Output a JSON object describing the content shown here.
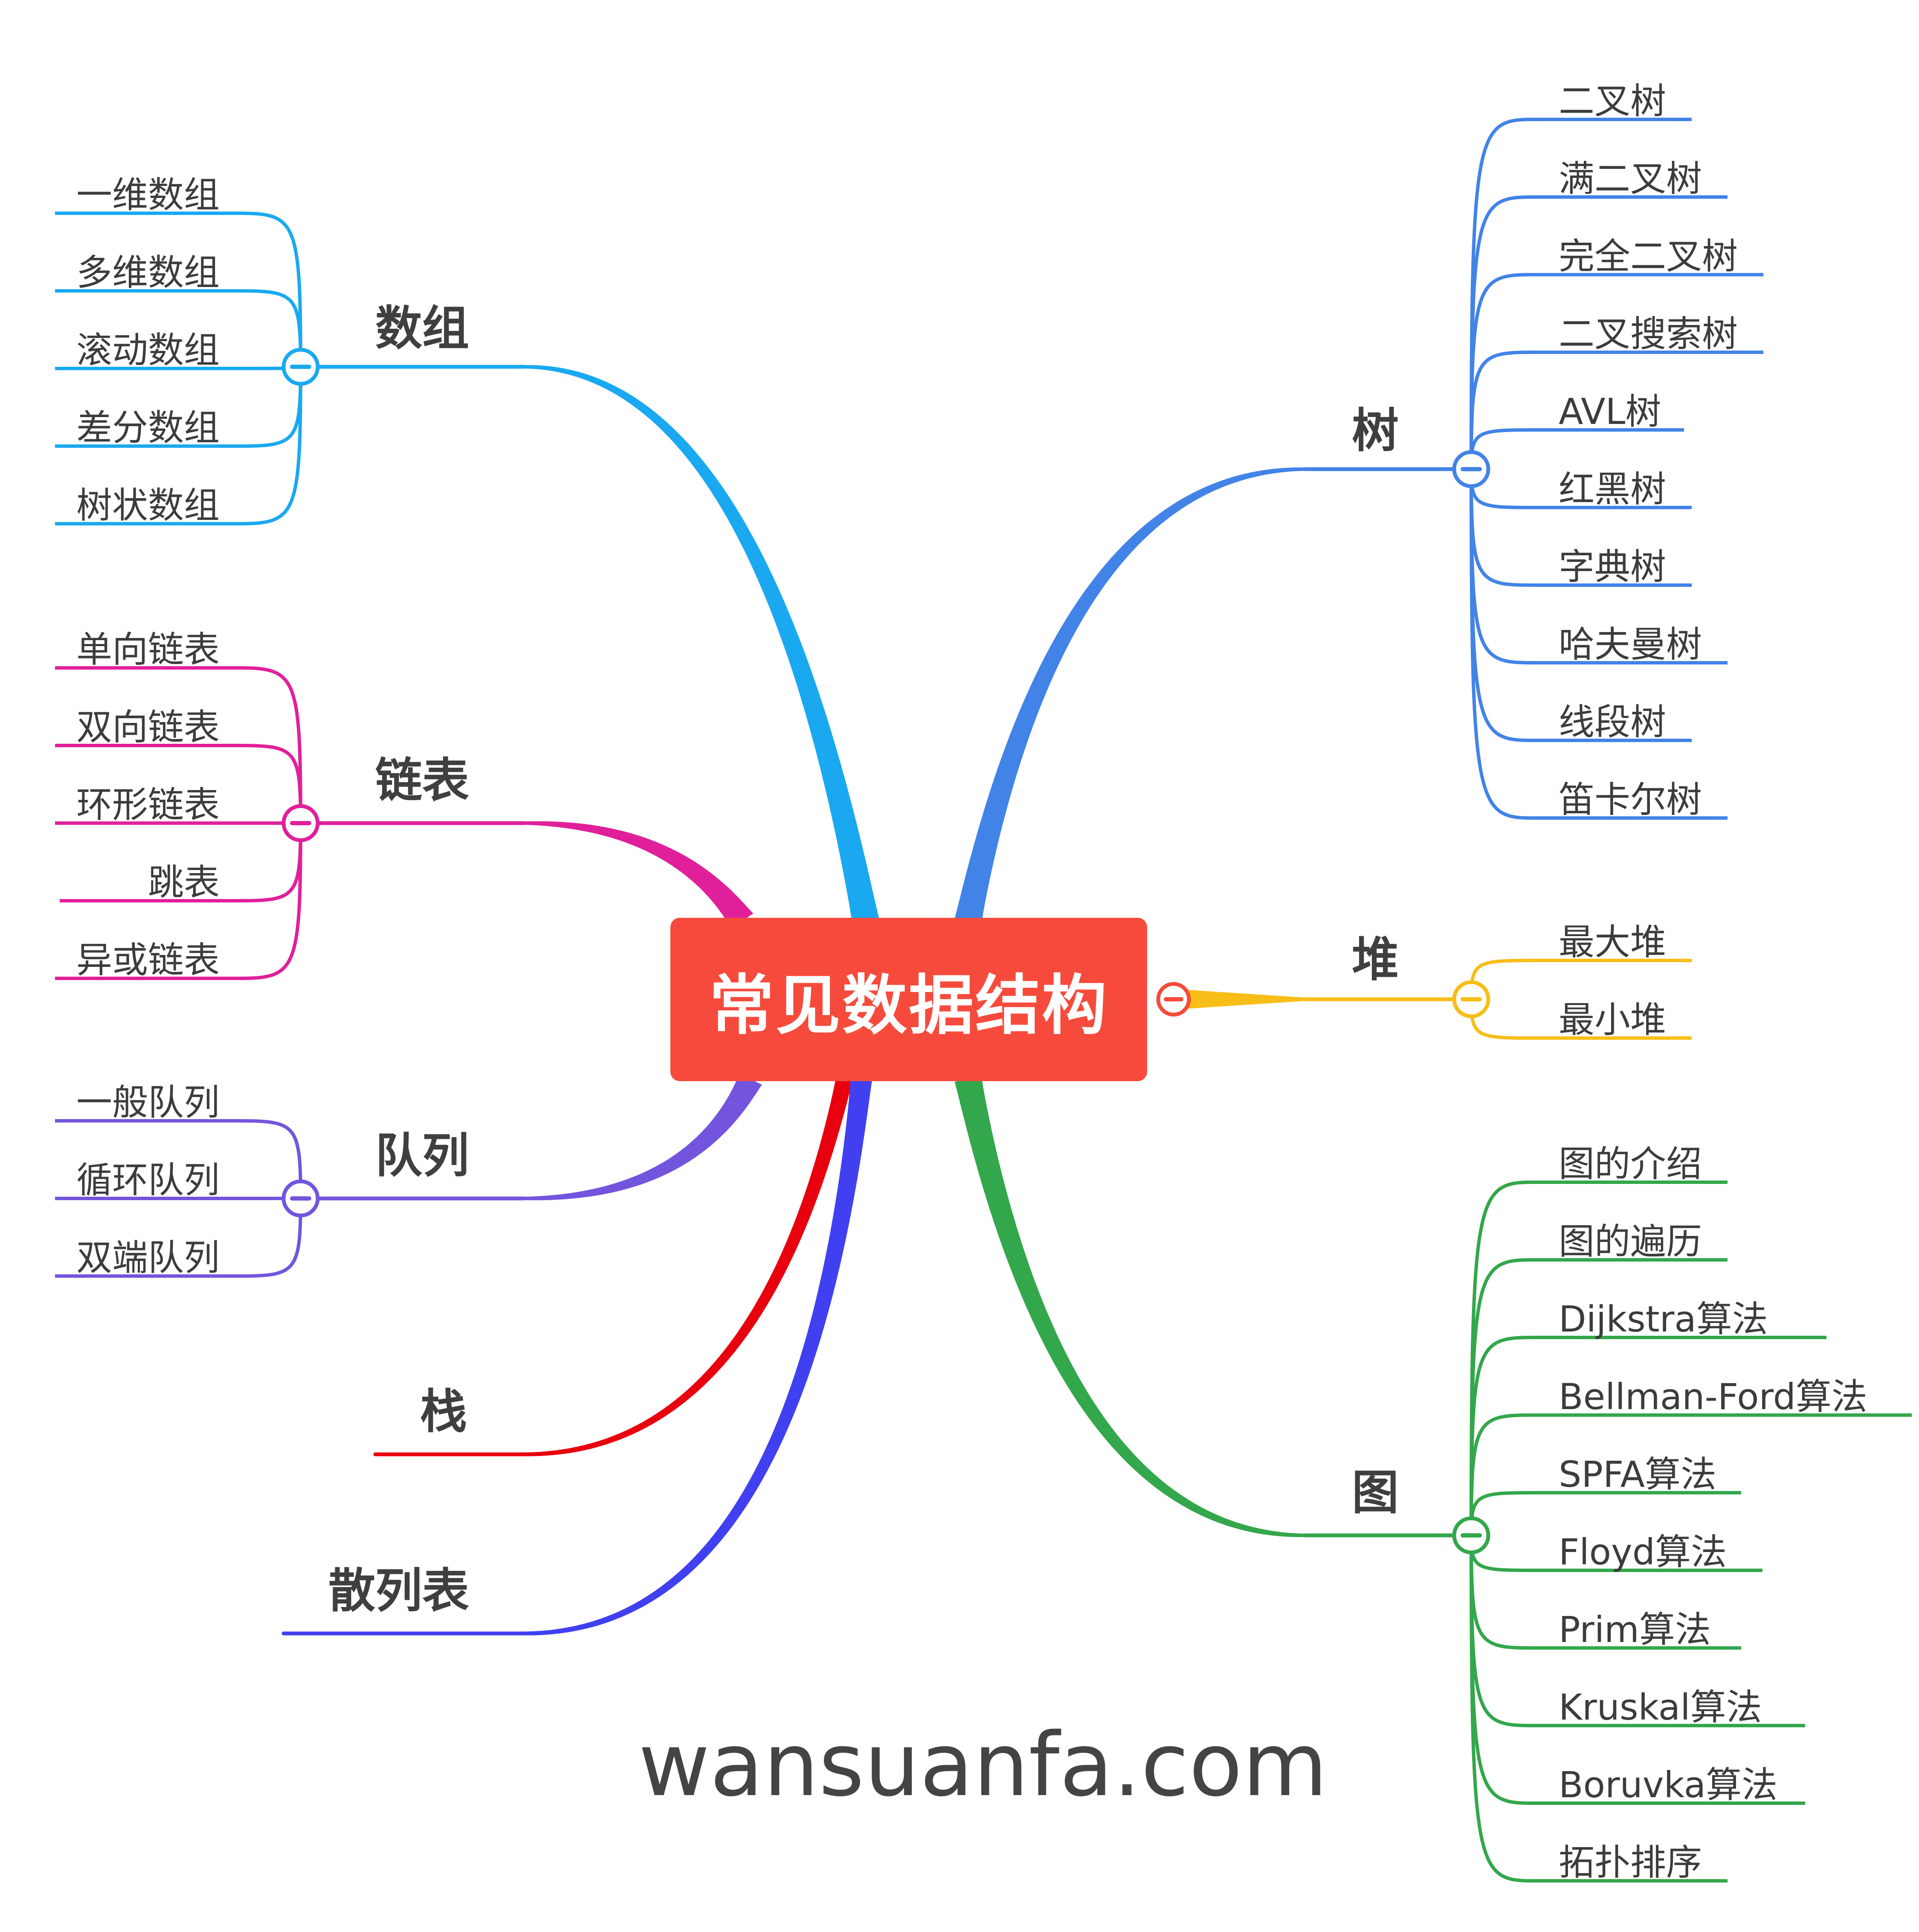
{
  "root": {
    "label": "常见数据结构",
    "color": "#f64b3c"
  },
  "watermark": "wansuanfa.com",
  "branches": [
    {
      "id": "array",
      "label": "数组",
      "color": "#1aa9f0",
      "children": [
        "一维数组",
        "多维数组",
        "滚动数组",
        "差分数组",
        "树状数组"
      ]
    },
    {
      "id": "linked-list",
      "label": "链表",
      "color": "#e0209a",
      "children": [
        "单向链表",
        "双向链表",
        "环形链表",
        "跳表",
        "异或链表"
      ]
    },
    {
      "id": "queue",
      "label": "队列",
      "color": "#7355dd",
      "children": [
        "一般队列",
        "循环队列",
        "双端队列"
      ]
    },
    {
      "id": "stack",
      "label": "栈",
      "color": "#e8000e",
      "children": []
    },
    {
      "id": "hash-table",
      "label": "散列表",
      "color": "#4040f0",
      "children": []
    },
    {
      "id": "tree",
      "label": "树",
      "color": "#4283e8",
      "children": [
        "二叉树",
        "满二叉树",
        "完全二叉树",
        "二叉搜索树",
        "AVL树",
        "红黑树",
        "字典树",
        "哈夫曼树",
        "线段树",
        "笛卡尔树"
      ]
    },
    {
      "id": "heap",
      "label": "堆",
      "color": "#f8be18",
      "children": [
        "最大堆",
        "最小堆"
      ]
    },
    {
      "id": "graph",
      "label": "图",
      "color": "#33a74b",
      "children": [
        "图的介绍",
        "图的遍历",
        "Dijkstra算法",
        "Bellman-Ford算法",
        "SPFA算法",
        "Floyd算法",
        "Prim算法",
        "Kruskal算法",
        "Boruvka算法",
        "拓扑排序"
      ]
    }
  ]
}
